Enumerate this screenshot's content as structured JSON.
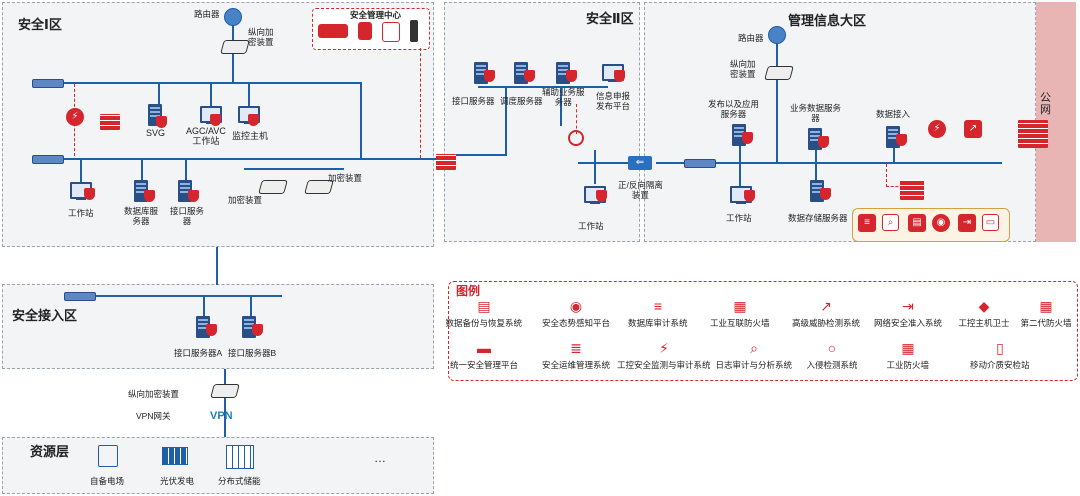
{
  "zones": {
    "safety1": "安全Ⅰ区",
    "safety2": "安全Ⅱ区",
    "mgmt": "管理信息大区",
    "access": "安全接入区",
    "resource": "资源层",
    "public": "公\n网"
  },
  "safety1": {
    "router": "路由器",
    "vertical_crypto": "纵向加\n密装置",
    "sec_center": "安全管理中心",
    "svg": "SVG",
    "agc": "AGC/AVC\n工作站",
    "monitor": "监控主机",
    "workstation": "工作站",
    "db_server": "数据库服\n务器",
    "iface_server": "接口服务\n器",
    "crypto1": "加密装置",
    "crypto2": "加密装置"
  },
  "safety2": {
    "iface_server": "接口服务器",
    "dispatch_server": "调度服务器",
    "aux_server": "辅助业务服\n务器",
    "info_platform": "信息申报\n发布平台",
    "workstation": "工作站",
    "isolation": "正/反向隔离\n装置"
  },
  "mgmt": {
    "router": "路由器",
    "vertical_crypto": "纵向加\n密装置",
    "pub_server": "发布以及应用\n服务器",
    "biz_server": "业务数据服务\n器",
    "data_access": "数据接入",
    "workstation": "工作站",
    "storage_server": "数据存储服务器"
  },
  "access": {
    "server_a": "接口服务器A",
    "server_b": "接口服务器B",
    "vertical_crypto": "纵向加密装置",
    "vpn_gw": "VPN网关",
    "vpn": "VPN"
  },
  "resource": {
    "wind": "自备电场",
    "pv": "光伏发电",
    "storage": "分布式储能",
    "more": "…"
  },
  "legend": {
    "title": "图例",
    "items": [
      "数据备份与恢复系统",
      "安全态势感知平台",
      "数据库审计系统",
      "工业互联防火墙",
      "高级威胁检测系统",
      "网络安全准入系统",
      "工控主机卫士",
      "第二代防火墙",
      "统一安全管理平台",
      "安全运维管理系统",
      "工控安全监测与审计系统",
      "日志审计与分析系统",
      "入侵检测系统",
      "工业防火墙",
      "移动介质安检站"
    ]
  },
  "colors": {
    "accent": "#d6262d",
    "network": "#1f5fa8",
    "zone_bg": "#f3f4f6"
  }
}
